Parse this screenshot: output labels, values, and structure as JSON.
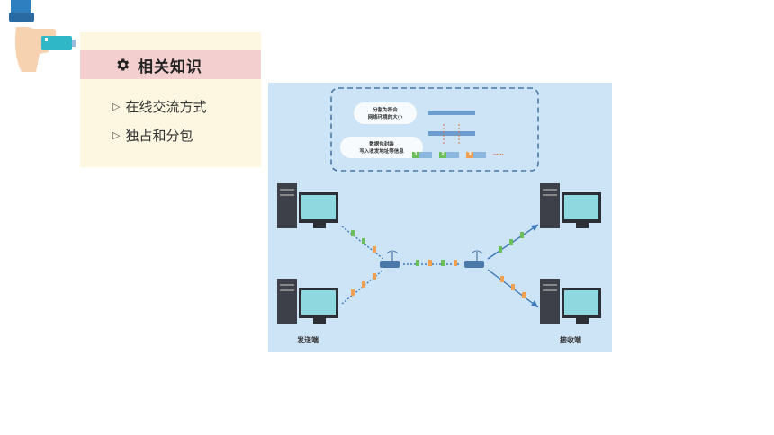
{
  "card": {
    "title": "相关知识",
    "items": [
      {
        "label": "在线交流方式"
      },
      {
        "label": "独占和分包"
      }
    ]
  },
  "diagram": {
    "box": {
      "split_label": "分割为符合\n网络环境的大小",
      "encap_label": "数据包封装\n写入收发地址等信息",
      "packet_numbers": [
        "1",
        "2",
        "3"
      ],
      "ellipsis": "……"
    },
    "sender_label": "发送端",
    "receiver_label": "接收端"
  },
  "colors": {
    "card_bg": "#fdf7e1",
    "card_header": "#f4cfcf",
    "diagram_bg": "#cde4f6",
    "packet_green": "#6bbf59",
    "packet_orange": "#f0a050",
    "link_blue": "#3f78b8"
  }
}
